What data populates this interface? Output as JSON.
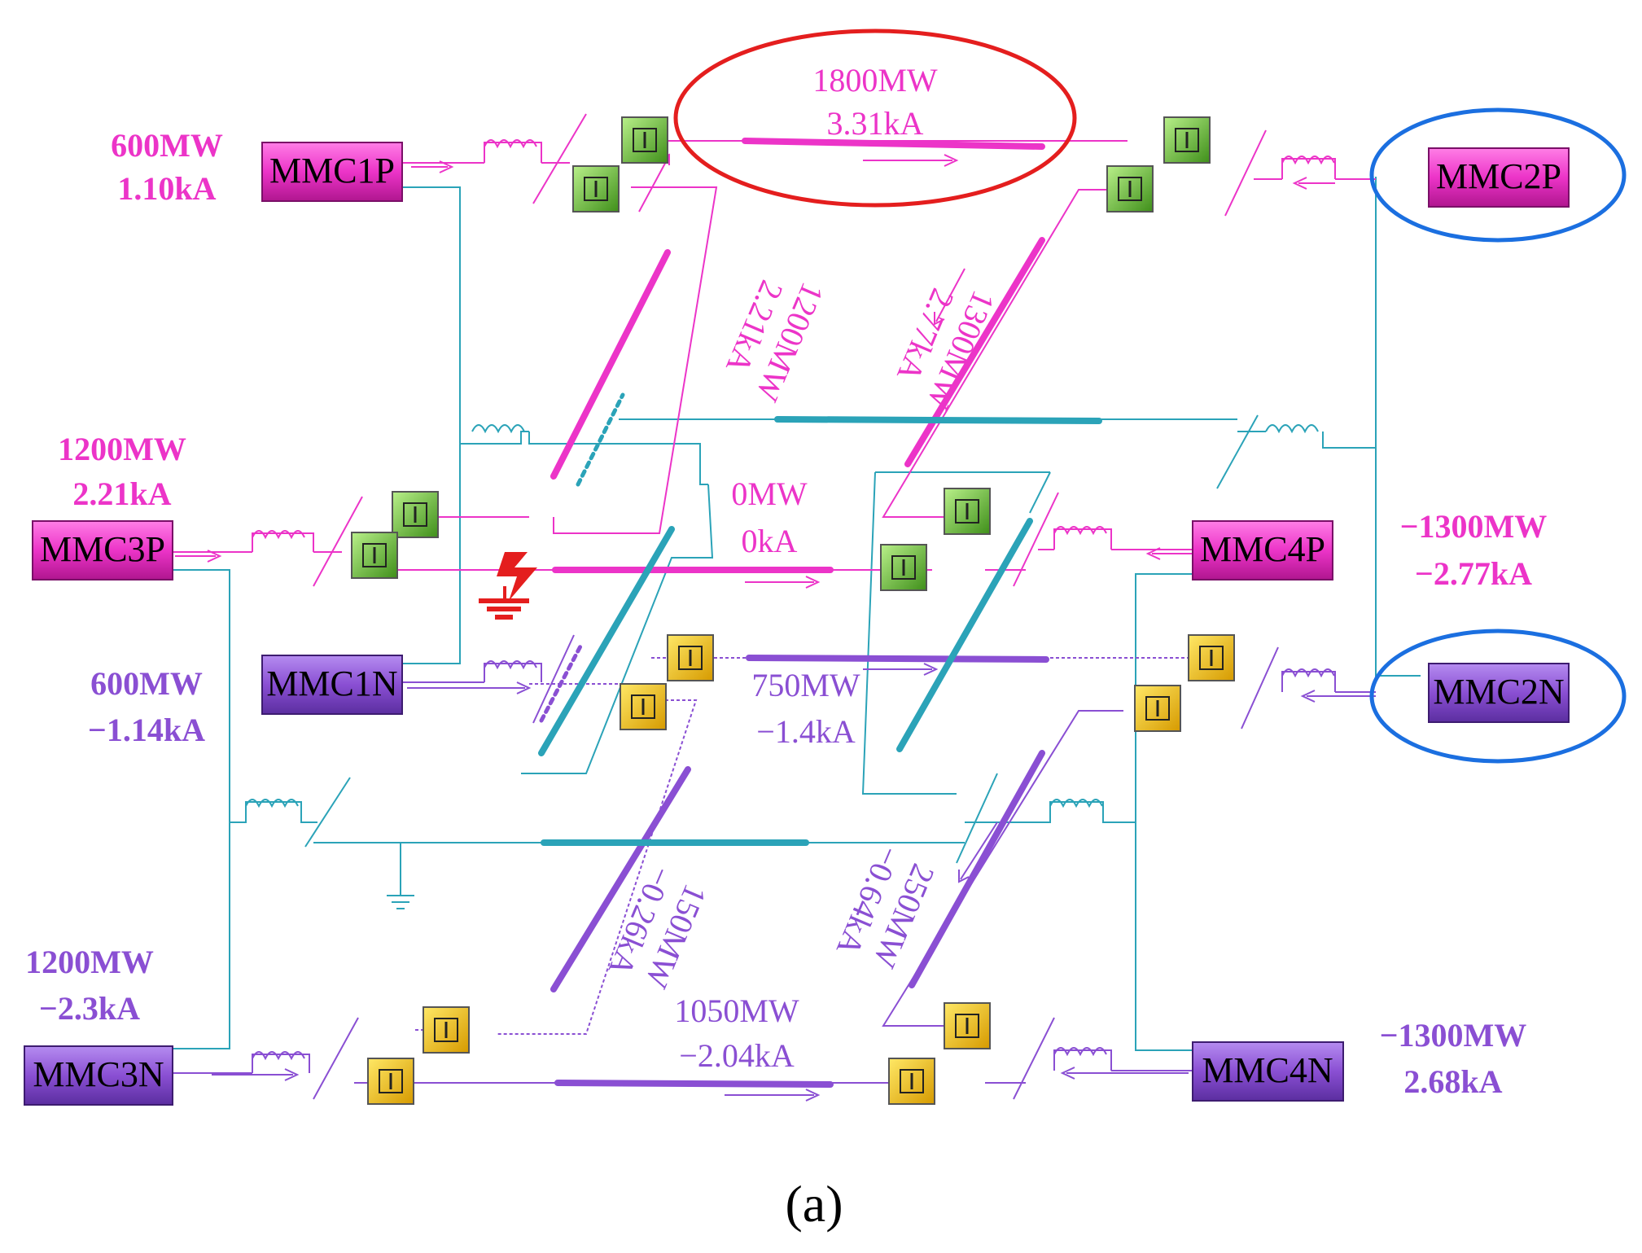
{
  "colors": {
    "positive": "#ec34c8",
    "negative": "#8a4fd3",
    "neutral": "#2ba3b8",
    "fault": "#e41e1e",
    "highlight_red": "#e41e1e",
    "highlight_blue": "#1b6fe0",
    "breaker_green": "#6abf3a",
    "breaker_yellow": "#f4c400"
  },
  "converters": {
    "mmc1p": "MMC1P",
    "mmc2p": "MMC2P",
    "mmc3p": "MMC3P",
    "mmc4p": "MMC4P",
    "mmc1n": "MMC1N",
    "mmc2n": "MMC2N",
    "mmc3n": "MMC3N",
    "mmc4n": "MMC4N"
  },
  "converter_ratings": {
    "mmc1p": {
      "power": "600MW",
      "current": "1.10kA"
    },
    "mmc3p": {
      "power": "1200MW",
      "current": "2.21kA"
    },
    "mmc2p": {
      "power": "−1300MW",
      "current": "−2.77kA"
    },
    "mmc1n": {
      "power": "600MW",
      "current": "−1.14kA"
    },
    "mmc3n": {
      "power": "1200MW",
      "current": "−2.3kA"
    },
    "mmc4n": {
      "power": "−1300MW",
      "current": "2.68kA"
    }
  },
  "line_flows": {
    "line12_p": {
      "power": "1800MW",
      "current": "3.31kA"
    },
    "line34_p": {
      "power": "0MW",
      "current": "0kA"
    },
    "line12_n": {
      "power": "750MW",
      "current": "−1.4kA"
    },
    "line34_n": {
      "power": "1050MW",
      "current": "−2.04kA"
    },
    "line13_p": {
      "power": "1200MW",
      "current": "2.21kA"
    },
    "line24_p": {
      "power": "1300MW",
      "current": "2.77kA"
    },
    "line13_n": {
      "power": "150MW",
      "current": "−0.26kA"
    },
    "line24_n": {
      "power": "250MW",
      "current": "−0.64kA"
    }
  },
  "caption": "(a)"
}
